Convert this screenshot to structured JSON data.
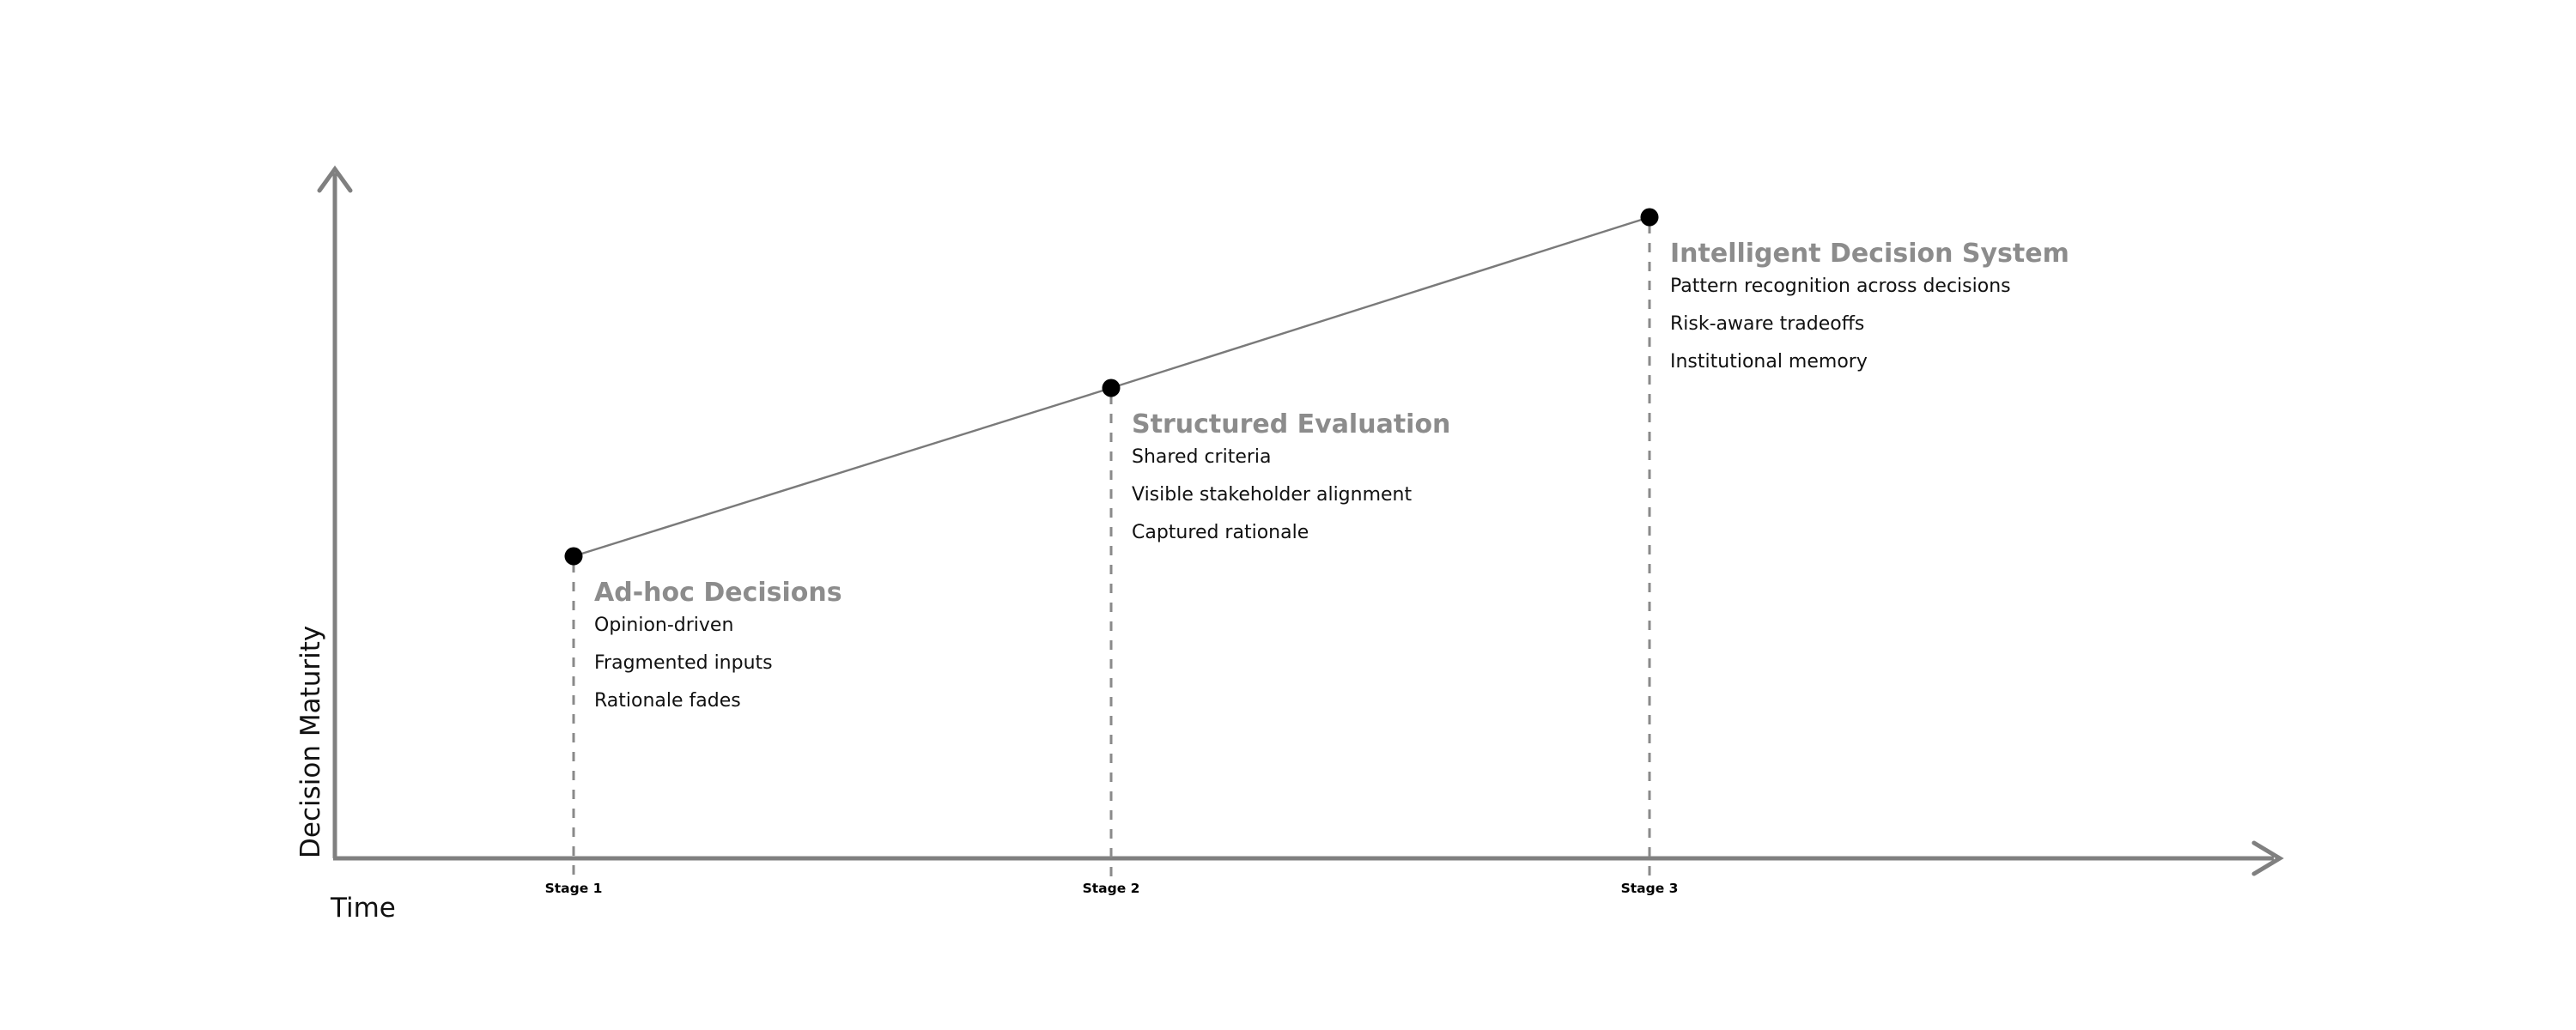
{
  "chart_data": {
    "type": "line",
    "title": "",
    "xlabel": "Time",
    "ylabel": "Decision Maturity",
    "categories": [
      "Stage 1",
      "Stage 2",
      "Stage 3"
    ],
    "x": [
      1,
      2,
      3
    ],
    "values": [
      1,
      2,
      3
    ],
    "xlim": [
      0,
      4
    ],
    "ylim": [
      0,
      4
    ],
    "grid": false,
    "legend": false,
    "marker": "filled-circle",
    "line_color": "#7a7a7a",
    "marker_color": "#000000",
    "axis_color": "#808080",
    "heading_color": "#8c8c8c",
    "bullet_color": "#111111",
    "annotations": [
      {
        "stage": "Stage 1",
        "heading": "Ad-hoc Decisions",
        "bullets": [
          "Opinion-driven",
          "Fragmented inputs",
          "Rationale fades"
        ]
      },
      {
        "stage": "Stage 2",
        "heading": "Structured Evaluation",
        "bullets": [
          "Shared criteria",
          "Visible stakeholder alignment",
          "Captured rationale"
        ]
      },
      {
        "stage": "Stage 3",
        "heading": "Intelligent Decision System",
        "bullets": [
          "Pattern recognition across decisions",
          "Risk-aware tradeoffs",
          "Institutional memory"
        ]
      }
    ]
  },
  "axes": {
    "y_title": "Decision Maturity",
    "x_title": "Time"
  },
  "ticks": [
    {
      "label": "Stage 1"
    },
    {
      "label": "Stage 2"
    },
    {
      "label": "Stage 3"
    }
  ],
  "stages": [
    {
      "heading": "Ad-hoc Decisions",
      "bullets": [
        {
          "text": "Opinion-driven"
        },
        {
          "text": "Fragmented inputs"
        },
        {
          "text": "Rationale fades"
        }
      ]
    },
    {
      "heading": "Structured Evaluation",
      "bullets": [
        {
          "text": "Shared criteria"
        },
        {
          "text": "Visible stakeholder alignment"
        },
        {
          "text": "Captured rationale"
        }
      ]
    },
    {
      "heading": "Intelligent Decision System",
      "bullets": [
        {
          "text": "Pattern recognition across decisions"
        },
        {
          "text": "Risk-aware tradeoffs"
        },
        {
          "text": "Institutional memory"
        }
      ]
    }
  ]
}
